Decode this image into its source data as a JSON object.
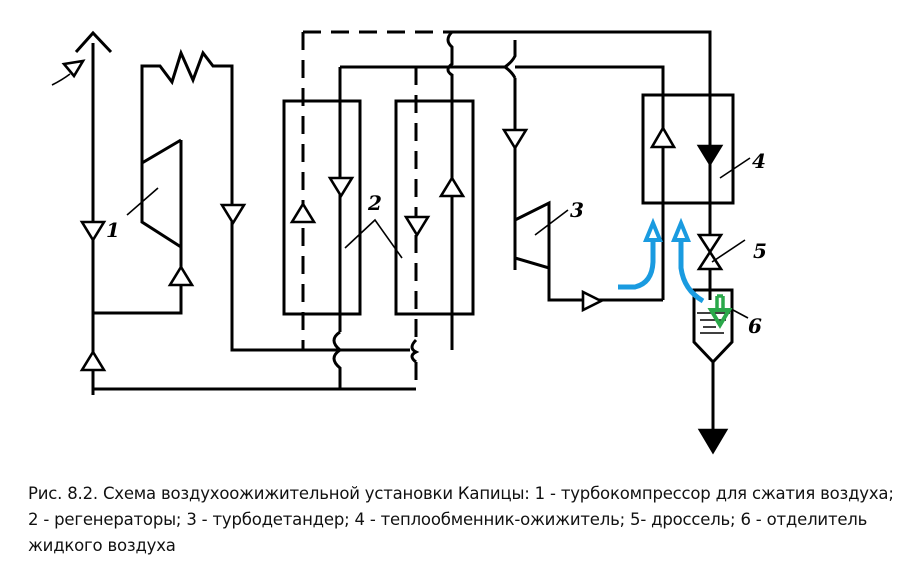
{
  "figure": {
    "caption": "Рис. 8.2. Схема воздухоожижительной установки Капицы: 1 - турбокомпрессор для сжатия воздуха; 2 - регенераторы; 3 - турбодетандер; 4 - теплообменник-ожижитель; 5- дроссель; 6 - отделитель жидкого воздуха",
    "labels": {
      "turbocompressor": "1",
      "regenerators": "2",
      "turboexpander": "3",
      "heat_exchanger": "4",
      "throttle": "5",
      "separator": "6"
    },
    "components": [
      {
        "number": "1",
        "name": "турбокомпрессор для сжатия воздуха"
      },
      {
        "number": "2",
        "name": "регенераторы"
      },
      {
        "number": "3",
        "name": "турбодетандер"
      },
      {
        "number": "4",
        "name": "теплообменник-ожижитель"
      },
      {
        "number": "5",
        "name": "дроссель"
      },
      {
        "number": "6",
        "name": "отделитель жидкого воздуха"
      }
    ],
    "colors": {
      "line": "#000000",
      "vapor_arrows": "#1a9be0",
      "liquid_arrow": "#2aa84a"
    }
  }
}
